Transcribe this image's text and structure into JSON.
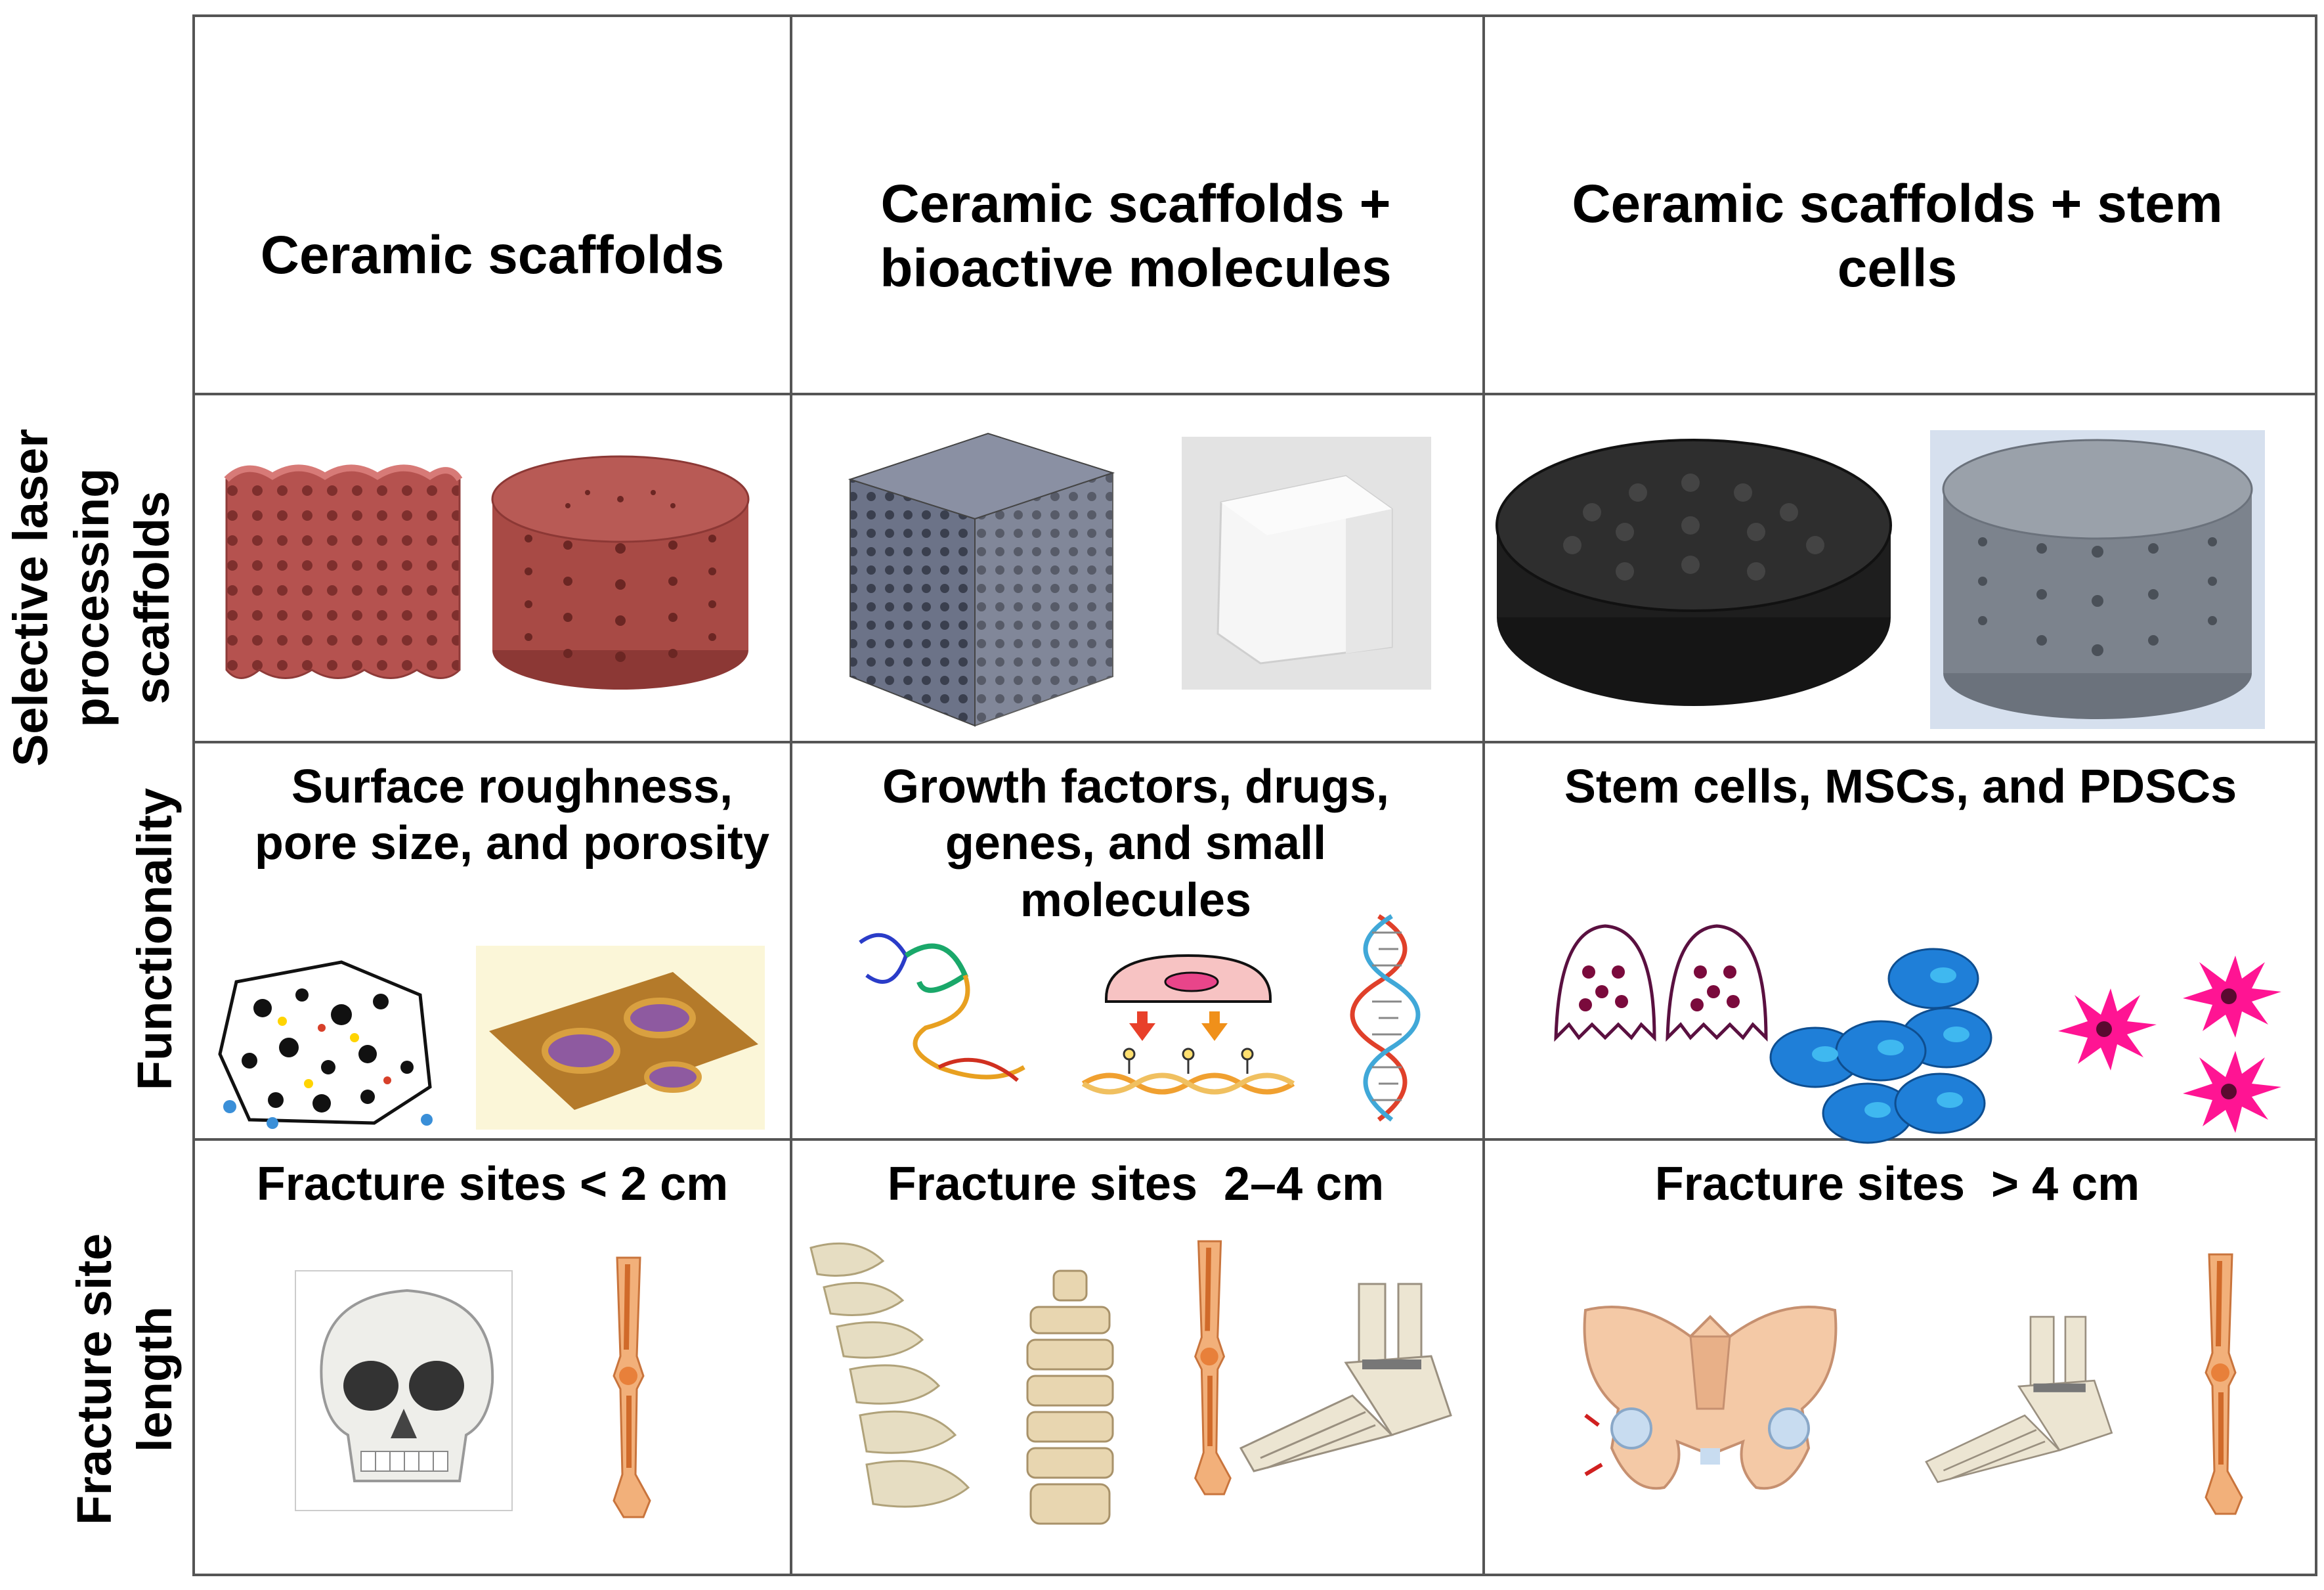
{
  "columns": [
    {
      "title": "Ceramic scaffolds"
    },
    {
      "title": "Ceramic scaffolds + bioactive molecules"
    },
    {
      "title": "Ceramic scaffolds + stem cells"
    }
  ],
  "rows": [
    {
      "label": "Selective laser processing scaffolds"
    },
    {
      "label": "Functionality",
      "cells": [
        "Surface roughness, pore size, and porosity",
        "Growth factors, drugs, genes, and small molecules",
        "Stem cells, MSCs, and PDSCs"
      ]
    },
    {
      "label": "Fracture site length",
      "cells": [
        "Fracture sites < 2 cm",
        "Fracture sites  2–4 cm",
        "Fracture sites  > 4 cm"
      ]
    }
  ],
  "colors": {
    "scaffold_red": "#b5524f",
    "scaffold_blue": "#5d6478",
    "scaffold_black": "#2a2a2a",
    "scaffold_gray": "#7c838d",
    "stem_cell_blue": "#1f7fd8",
    "stem_cell_magenta": "#ff1493",
    "bone": "#e6ddc2",
    "grid": "#555555"
  },
  "icons": [
    "lattice-scaffold-icon",
    "cylinder-scaffold-icon",
    "cube-scaffold-icon",
    "foam-cube-icon",
    "disc-scaffold-icon",
    "porous-network-icon",
    "surface-topography-icon",
    "protein-icon",
    "cell-receptor-icon",
    "dna-helix-icon",
    "cell-icon",
    "skull-icon",
    "leg-bone-icon",
    "spine-icon",
    "vertebrae-icon",
    "foot-bone-icon",
    "pelvis-icon"
  ]
}
